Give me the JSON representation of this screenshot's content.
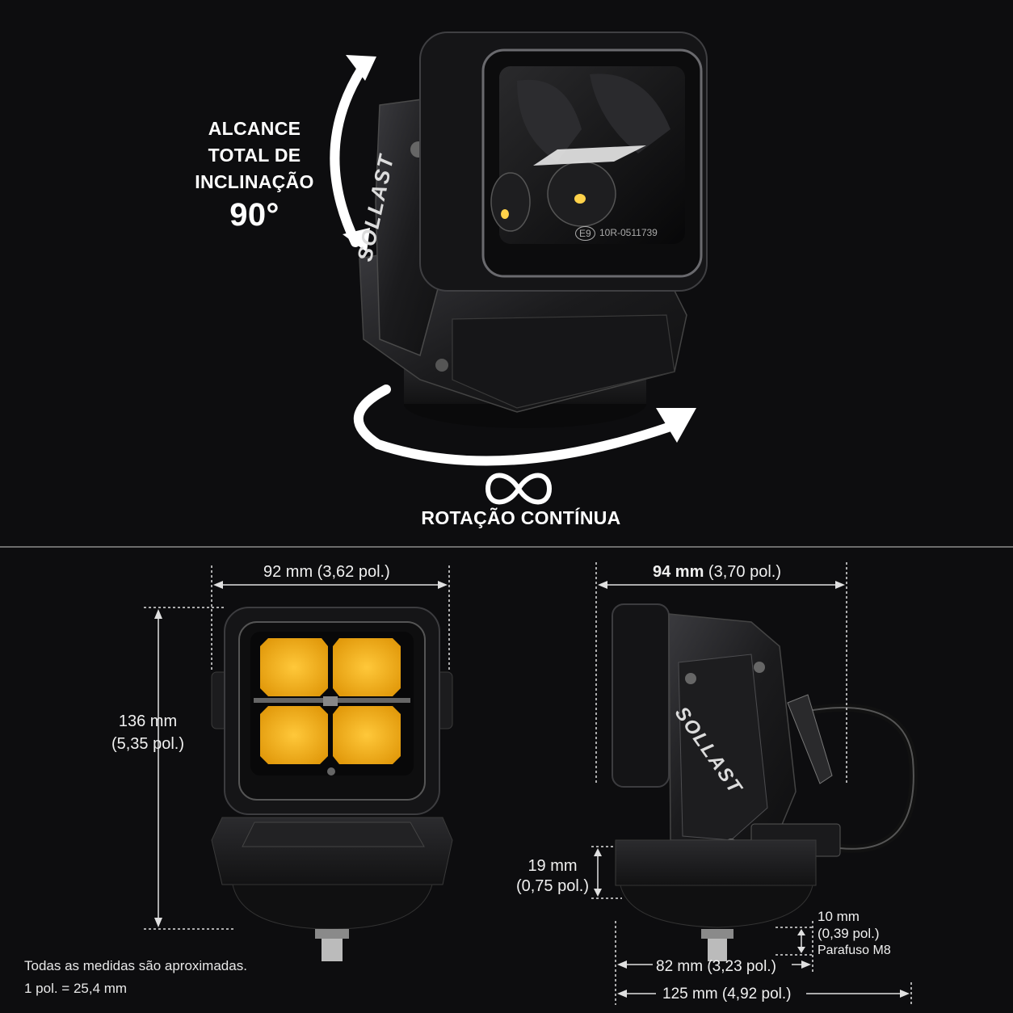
{
  "hero": {
    "tilt_label_lines": [
      "ALCANCE",
      "TOTAL DE",
      "INCLINAÇÃO"
    ],
    "tilt_degrees": "90°",
    "rotation_label": "ROTAÇÃO CONTÍNUA",
    "brand_logo": "SOLLAST",
    "lamp_marking_e": "E9",
    "lamp_marking_code": "10R-0511739"
  },
  "dimensions": {
    "front_width": "92 mm (3,62 pol.)",
    "front_height_mm": "136 mm",
    "front_height_in": "(5,35 pol.)",
    "side_width_bold": "94 mm",
    "side_width_rest": " (3,70 pol.)",
    "base_height_mm": "19 mm",
    "base_height_in": "(0,75 pol.)",
    "bolt_mm": "10 mm",
    "bolt_in": "(0,39 pol.)",
    "bolt_type": "Parafuso M8",
    "base_diameter": "82 mm (3,23 pol.)",
    "total_depth": "125 mm (4,92 pol.)"
  },
  "notes": {
    "line1": "Todas as medidas são aproximadas.",
    "line2": "1 pol. = 25,4 mm"
  },
  "colors": {
    "background": "#0d0d0f",
    "led_amber": "#f5b21a",
    "housing": "#1a1a1c"
  },
  "icons": [
    "infinity-icon",
    "tilt-arrow-icon",
    "rotation-arrow-icon"
  ]
}
